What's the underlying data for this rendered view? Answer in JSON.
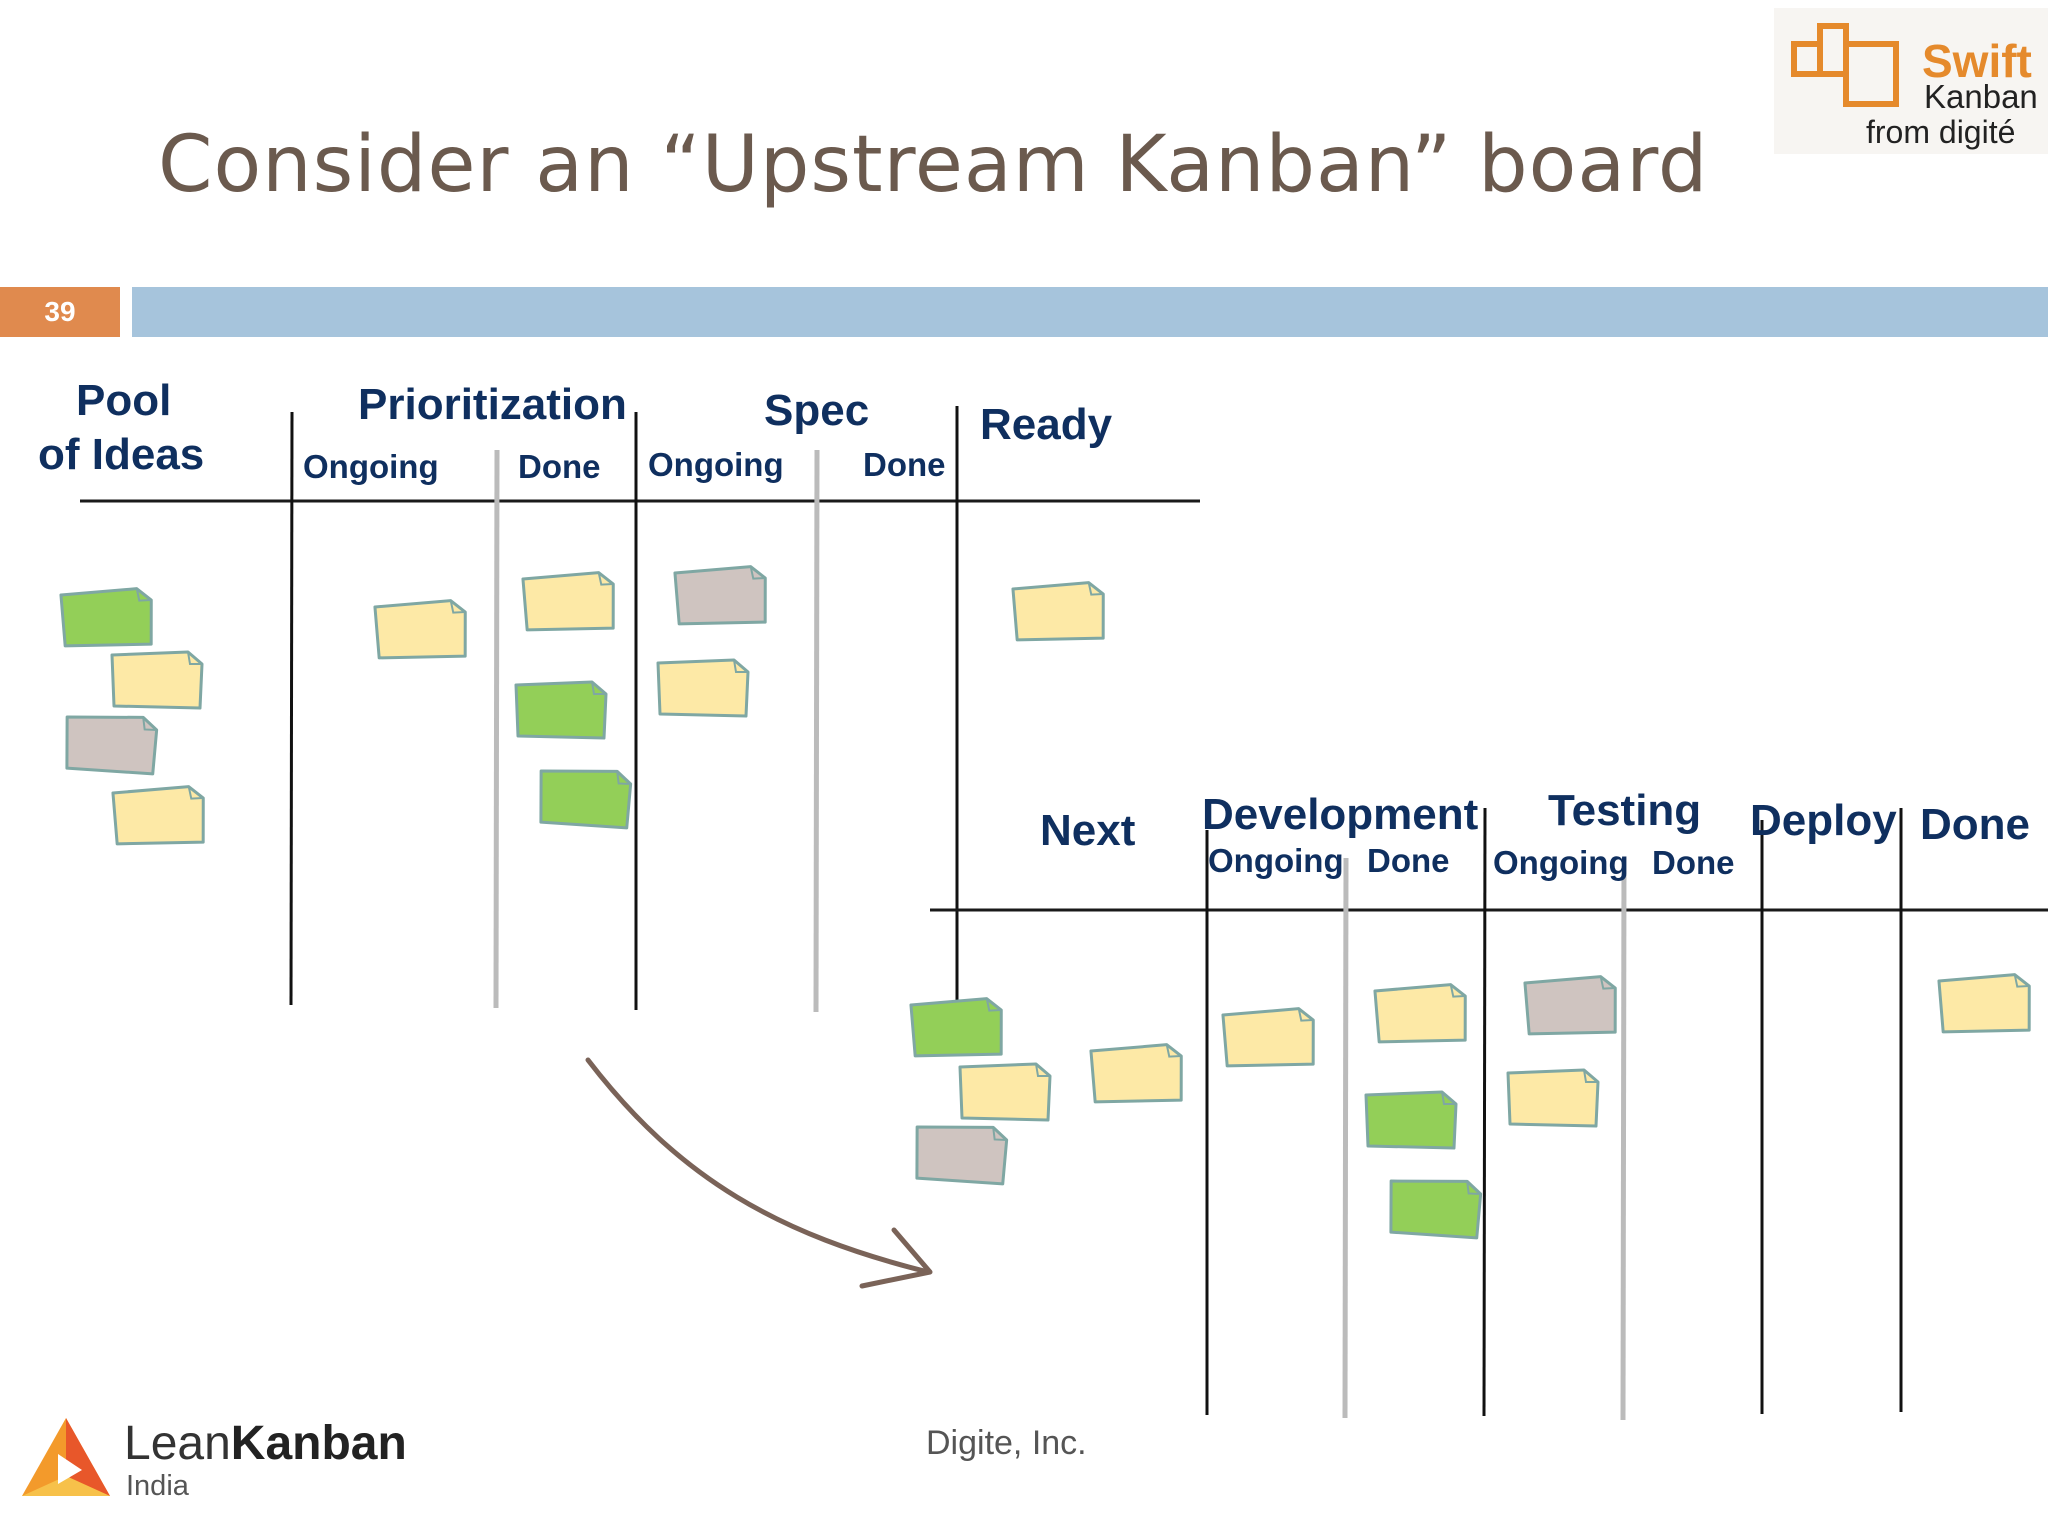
{
  "slide": {
    "number": "39",
    "title": "Consider an “Upstream Kanban” board",
    "footer": "Digite, Inc."
  },
  "logo_top": {
    "brand": "Swift",
    "product": "Kanban",
    "tagline": "from digité",
    "accent_color": "#e58a2c"
  },
  "logo_bottom": {
    "name_light": "Lean",
    "name_bold": "Kanban",
    "region": "India"
  },
  "colors": {
    "title_bar": "#a6c4dc",
    "slide_number_bg": "#e08a4e",
    "header_text": "#0f2f5f",
    "card_yellow": "#fde9a6",
    "card_green": "#93cf58",
    "card_grey": "#cfc4c0"
  },
  "upstream": {
    "pool": "Pool",
    "pool_line2": "of Ideas",
    "prioritization": "Prioritization",
    "prio_ongoing": "Ongoing",
    "prio_done": "Done",
    "spec": "Spec",
    "spec_ongoing": "Ongoing",
    "spec_done": "Done",
    "ready": "Ready"
  },
  "downstream": {
    "next": "Next",
    "development": "Development",
    "dev_ongoing": "Ongoing",
    "dev_done": "Done",
    "testing": "Testing",
    "test_ongoing": "Ongoing",
    "test_done": "Done",
    "deploy": "Deploy",
    "done": "Done"
  },
  "cards": {
    "pool_of_ideas": [
      "green",
      "yellow",
      "grey",
      "yellow"
    ],
    "prioritization_ongoing": [
      "yellow"
    ],
    "prioritization_done": [
      "yellow",
      "green",
      "green"
    ],
    "spec_ongoing": [
      "grey",
      "yellow"
    ],
    "spec_done": [],
    "ready": [
      "yellow"
    ],
    "next": [
      "green",
      "yellow",
      "grey",
      "yellow"
    ],
    "development_ongoing": [
      "yellow"
    ],
    "development_done": [
      "yellow",
      "green",
      "green"
    ],
    "testing_ongoing": [
      "grey",
      "yellow"
    ],
    "testing_done": [],
    "deploy": [],
    "done": [
      "yellow"
    ]
  }
}
